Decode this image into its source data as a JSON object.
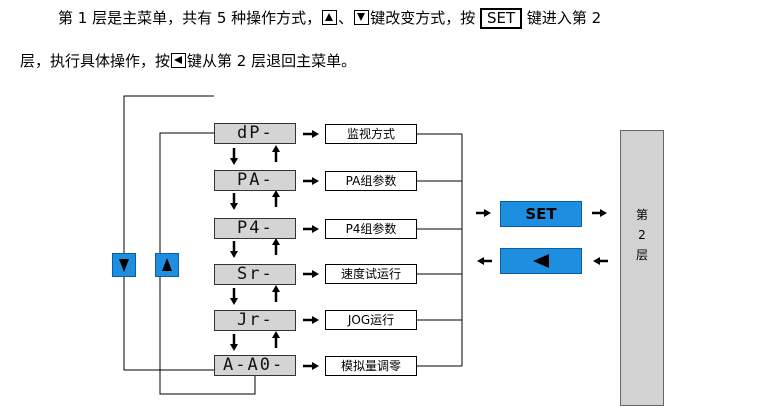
{
  "paragraph": {
    "line1_a": "第 1 层是主菜单，共有 5 种操作方式，",
    "line1_sep": "、",
    "line1_b": "键改变方式，按 ",
    "set_key": "SET",
    "line1_c": " 键进入第 2",
    "line2_a": "层，执行具体操作，按",
    "line2_b": "键从第 2 层退回主菜单。"
  },
  "menu": [
    {
      "display": "dP-",
      "option": "监视方式"
    },
    {
      "display": "PA-",
      "option": "PA组参数"
    },
    {
      "display": "P4-",
      "option": "P4组参数"
    },
    {
      "display": "Sr-",
      "option": "速度试运行"
    },
    {
      "display": "Jr-",
      "option": "JOG运行"
    },
    {
      "display": "A-A0-",
      "option": "模拟量调零"
    }
  ],
  "buttons": {
    "set_label": "SET",
    "back_icon": "left-triangle-icon",
    "down_icon": "down-triangle-icon",
    "up_icon": "up-triangle-icon"
  },
  "layer2": {
    "line1": "第",
    "line2": "2",
    "line3": "层"
  },
  "colors": {
    "button_blue": "#1e8fe0",
    "lcd_gray": "#d4d4d4",
    "panel_gray": "#d2d2d2"
  }
}
